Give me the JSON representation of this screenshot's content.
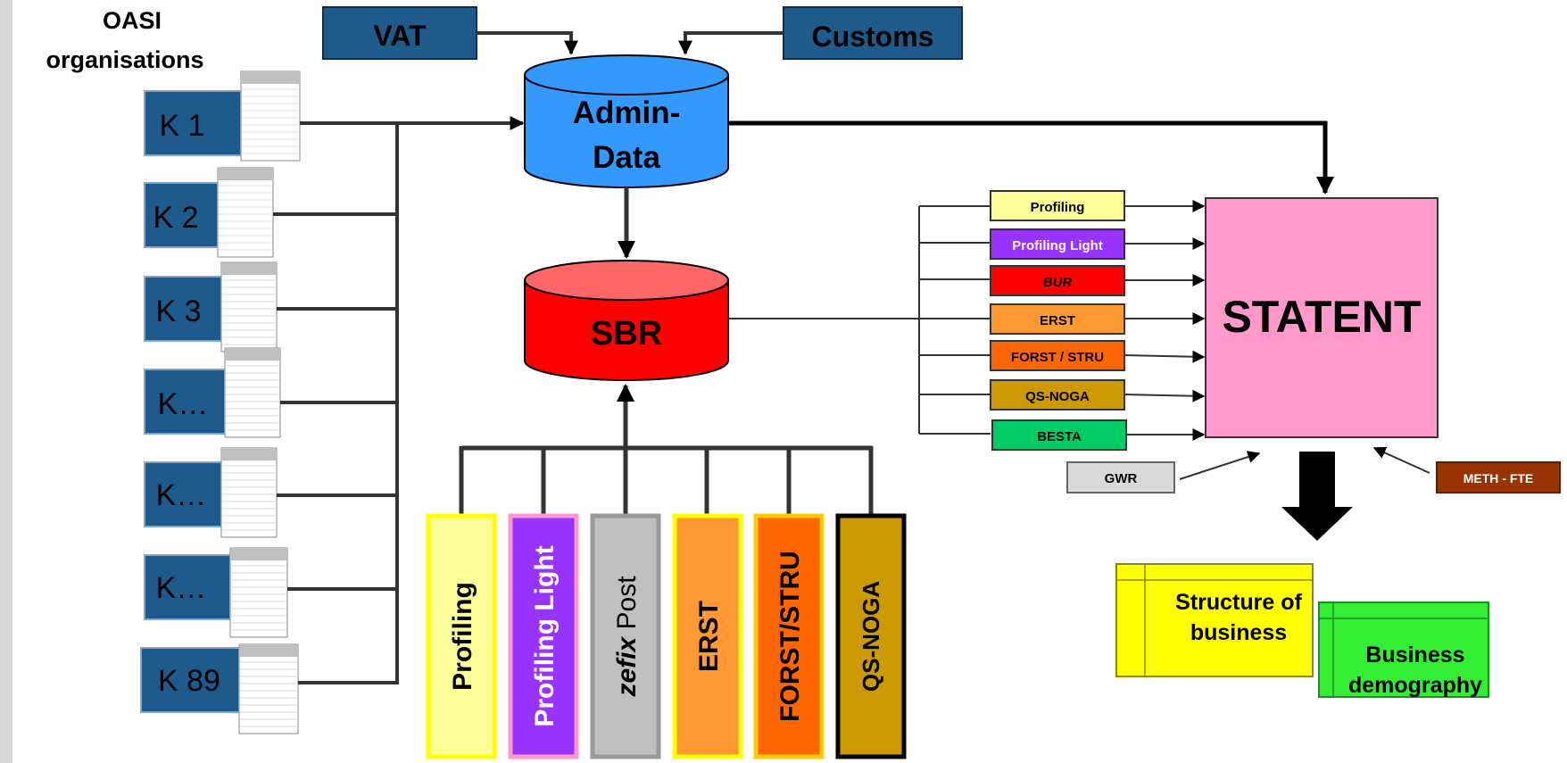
{
  "oasi": {
    "title_line1": "OASI",
    "title_line2": "organisations",
    "boxes": [
      "K 1",
      "K 2",
      "K 3",
      "K…",
      "K…",
      "K…",
      "K 89"
    ]
  },
  "sources": {
    "vat": "VAT",
    "customs": "Customs"
  },
  "admin_data": {
    "line1": "Admin-",
    "line2": "Data"
  },
  "sbr": "SBR",
  "surveys": [
    {
      "label": "Profiling",
      "fill": "#FFFF99",
      "border": "#FFFF00"
    },
    {
      "label": "Profiling Light",
      "fill": "#9933FF",
      "border": "#FF99CC"
    },
    {
      "label_italic": "zefix",
      "label_rest": " Post",
      "fill": "#BFBFBF",
      "border": "#999999"
    },
    {
      "label": "ERST",
      "fill": "#FF9933",
      "border": "#FFFF00"
    },
    {
      "label": "FORST/STRU",
      "fill": "#FF6600",
      "border": "#FFCC00"
    },
    {
      "label": "QS-NOGA",
      "fill": "#CC9900",
      "border": "#000000"
    }
  ],
  "statent_inputs": [
    {
      "label": "Profiling",
      "fill": "#FFFF99",
      "italic": false
    },
    {
      "label": "Profiling Light",
      "fill": "#9933FF",
      "italic": false
    },
    {
      "label": "BUR",
      "fill": "#FF0000",
      "italic": true
    },
    {
      "label": "ERST",
      "fill": "#FF9933",
      "italic": false
    },
    {
      "label": "FORST / STRU",
      "fill": "#FF6600",
      "italic": false
    },
    {
      "label": "QS-NOGA",
      "fill": "#CC9900",
      "italic": false
    },
    {
      "label": "BESTA",
      "fill": "#00CC66",
      "italic": false
    }
  ],
  "statent": "STATENT",
  "gwr": "GWR",
  "meth_fte": "METH - FTE",
  "outputs": {
    "structure_line1": "Structure of",
    "structure_line2": "business",
    "demography_line1": "Business",
    "demography_line2": "demography"
  },
  "colors": {
    "navy_box": "#1F5A8C",
    "admin_data": "#3399FF",
    "sbr": "#FF0000",
    "statent": "#FF99CC",
    "gwr": "#D9D9D9",
    "meth_fte": "#993300",
    "structure": "#FFFF00",
    "demography": "#33EE33"
  }
}
